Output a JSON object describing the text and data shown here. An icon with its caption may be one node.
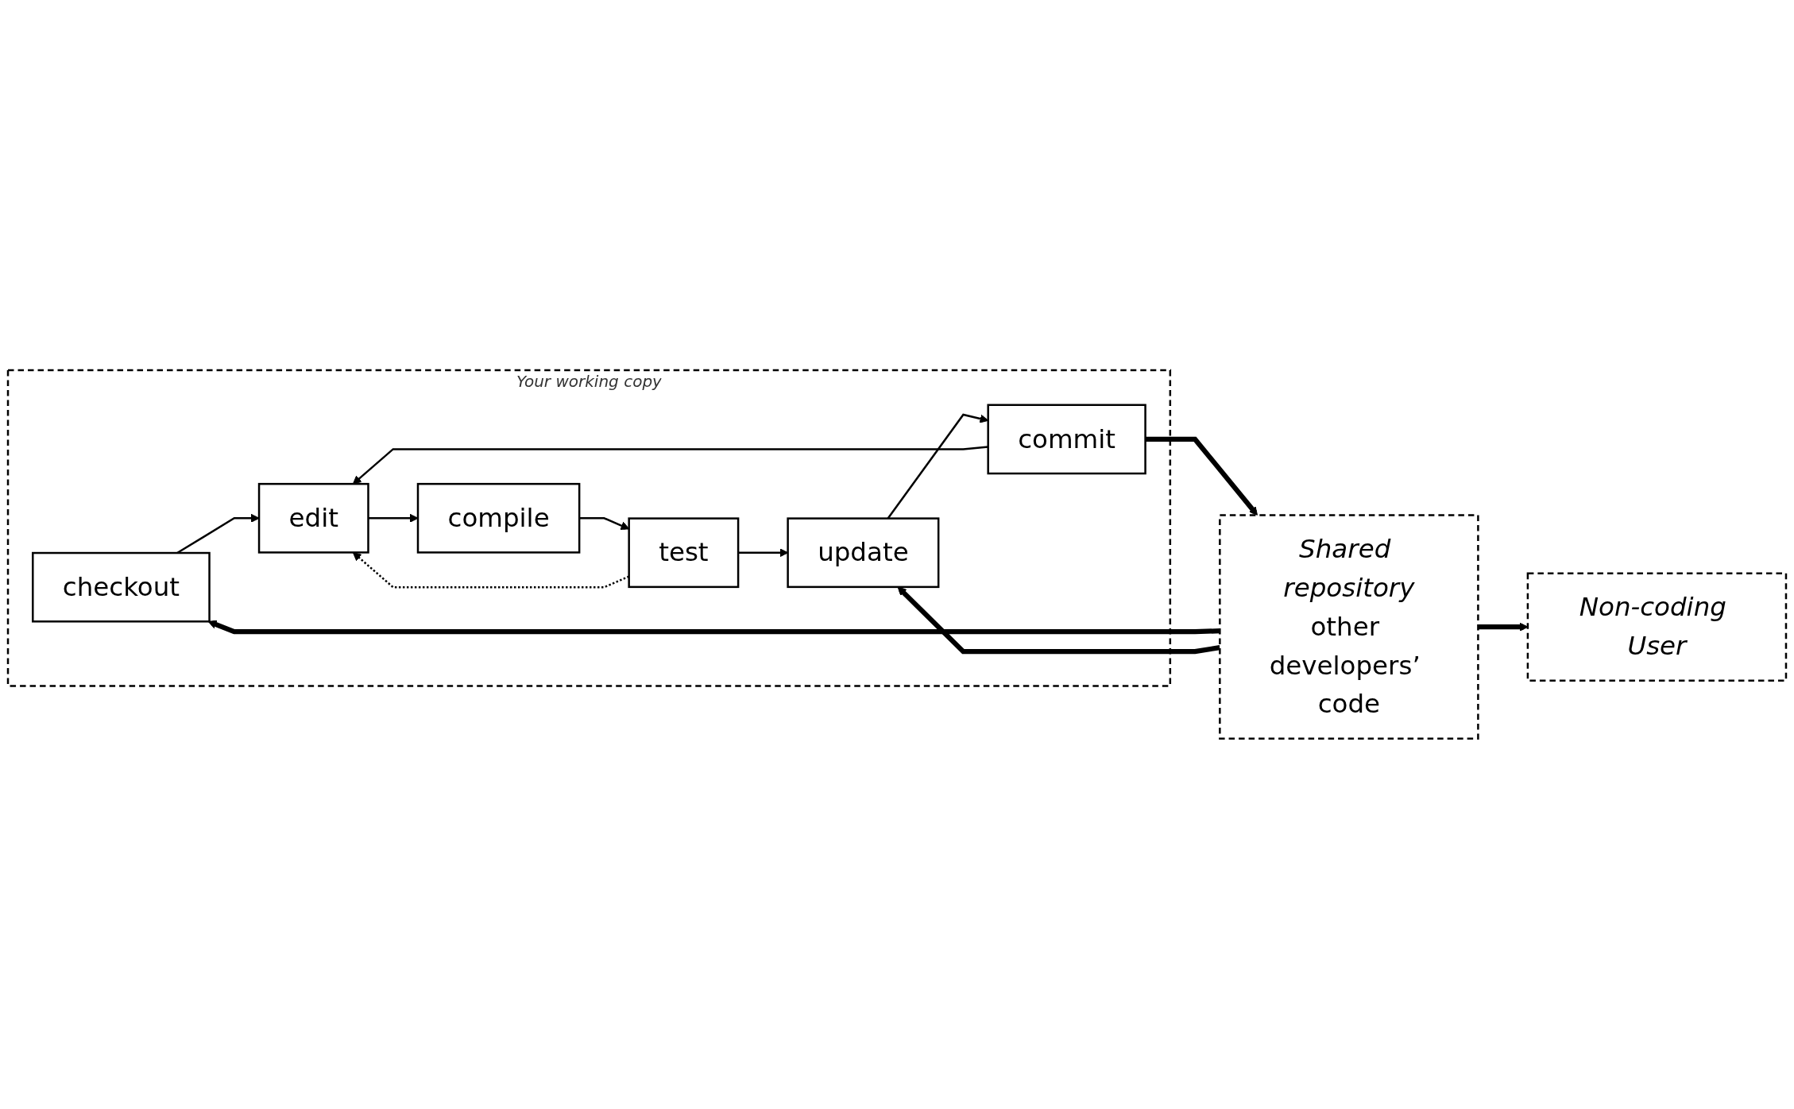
{
  "diagram": {
    "nodes": [
      {
        "text": [
          "Your working copy"
        ]
      },
      {
        "text": [
          "checkout"
        ],
        "in": 0
      },
      {
        "text": [
          "edit"
        ],
        "in": 0
      },
      {
        "text": [
          "compile"
        ],
        "in": 0
      },
      {
        "text": [
          "test"
        ],
        "in": 0
      },
      {
        "text": [
          "update"
        ],
        "in": 0
      },
      {
        "text": [
          "commit"
        ],
        "in": 0
      },
      {
        "text": [
          "Shared repository",
          "other developers’ code"
        ]
      },
      {
        "text": [
          "Non-coding User"
        ]
      }
    ],
    "edges": [
      {
        "from": 7,
        "to": 1,
        "arrow": "to",
        "style": "thick"
      },
      {
        "from": 1,
        "to": 2,
        "arrow": "to"
      },
      {
        "from": 2,
        "to": 3,
        "arrow": "to"
      },
      {
        "from": 3,
        "to": 4,
        "arrow": "to"
      },
      {
        "from": 4,
        "to": 5,
        "arrow": "to"
      },
      {
        "from": 5,
        "to": 6,
        "arrow": "to"
      },
      {
        "from": 6,
        "to": 2,
        "arrow": "to"
      },
      {
        "from": 4,
        "to": 2,
        "arrow": "to",
        "style": "dashed"
      },
      {
        "from": 6,
        "to": 7,
        "arrow": "to",
        "style": "thick"
      },
      {
        "from": 7,
        "to": 5,
        "arrow": "to",
        "style": "thick"
      },
      {
        "from": 7,
        "to": 8,
        "arrow": "to",
        "style": "thick"
      }
    ]
  }
}
